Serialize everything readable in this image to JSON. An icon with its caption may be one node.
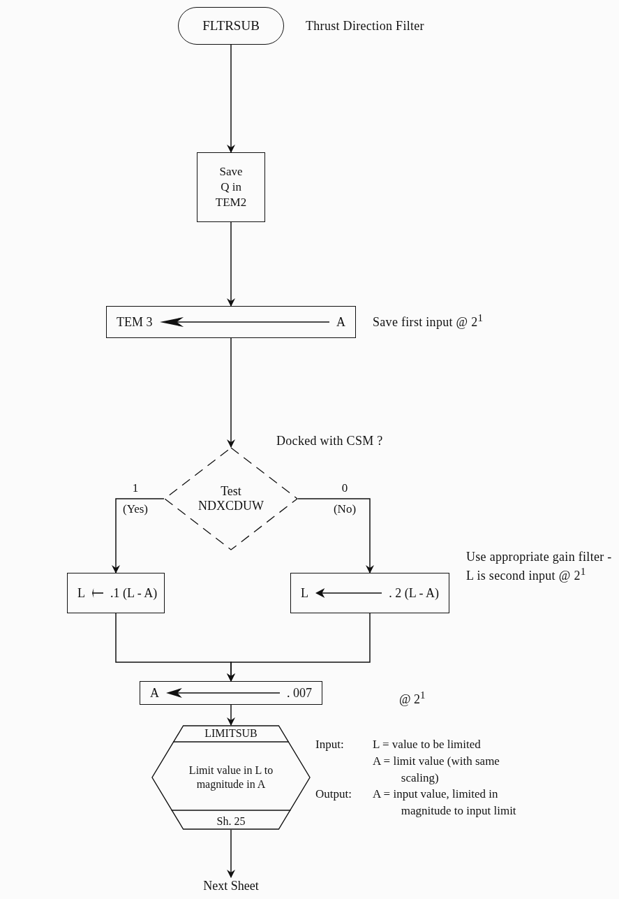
{
  "diagram": {
    "nodes": [
      {
        "text": [
          "FLTRSUB"
        ],
        "beside": [
          "Thrust Direction Filter"
        ]
      },
      {
        "text": [
          "Save Q in TEM2"
        ]
      },
      {
        "text": [
          "TEM 3",
          "A"
        ],
        "beside": [
          "Save first input @ 2$^{1}$"
        ]
      },
      {
        "text": [
          "Test NDXCDUW"
        ],
        "beside": [
          "Docked with CSM ?"
        ]
      },
      {
        "text": [
          "L",
          ".1 (L - A)"
        ]
      },
      {
        "text": [
          "L",
          ". 2 (L - A)"
        ],
        "beside": [
          "Use appropriate gain filter - L is second input @ 2$^{1}$"
        ]
      },
      {
        "text": [
          "A",
          ". 007"
        ]
      },
      {
        "text": [
          "LIMITSUB",
          "Limit value in L to magnitude in A",
          "Sh. 25"
        ],
        "beside": [
          "Input:",
          "L = value to be limited",
          "A = limit value (with same scaling)",
          "Output:",
          "A = input value, limited in magnitude to input limit"
        ]
      },
      {
        "text": [
          "Next Sheet"
        ]
      }
    ],
    "edges": [
      {
        "from": 0,
        "to": 1,
        "arrow": "to"
      },
      {
        "from": 1,
        "to": 2,
        "arrow": "to"
      },
      {
        "from": 2,
        "to": 3,
        "arrow": "to"
      },
      {
        "from": 3,
        "to": 4,
        "arrow": "to",
        "label": "1 (Yes)"
      },
      {
        "from": 3,
        "to": 5,
        "arrow": "to",
        "label": "0 (No)"
      },
      {
        "from": 4,
        "to": 6,
        "arrow": "to"
      },
      {
        "from": 5,
        "to": 6,
        "arrow": "to"
      },
      {
        "from": 6,
        "to": 7,
        "arrow": "to"
      },
      {
        "from": 7,
        "to": 8,
        "arrow": "to"
      }
    ],
    "labels": [
      "@ 2$^{1}$"
    ]
  }
}
